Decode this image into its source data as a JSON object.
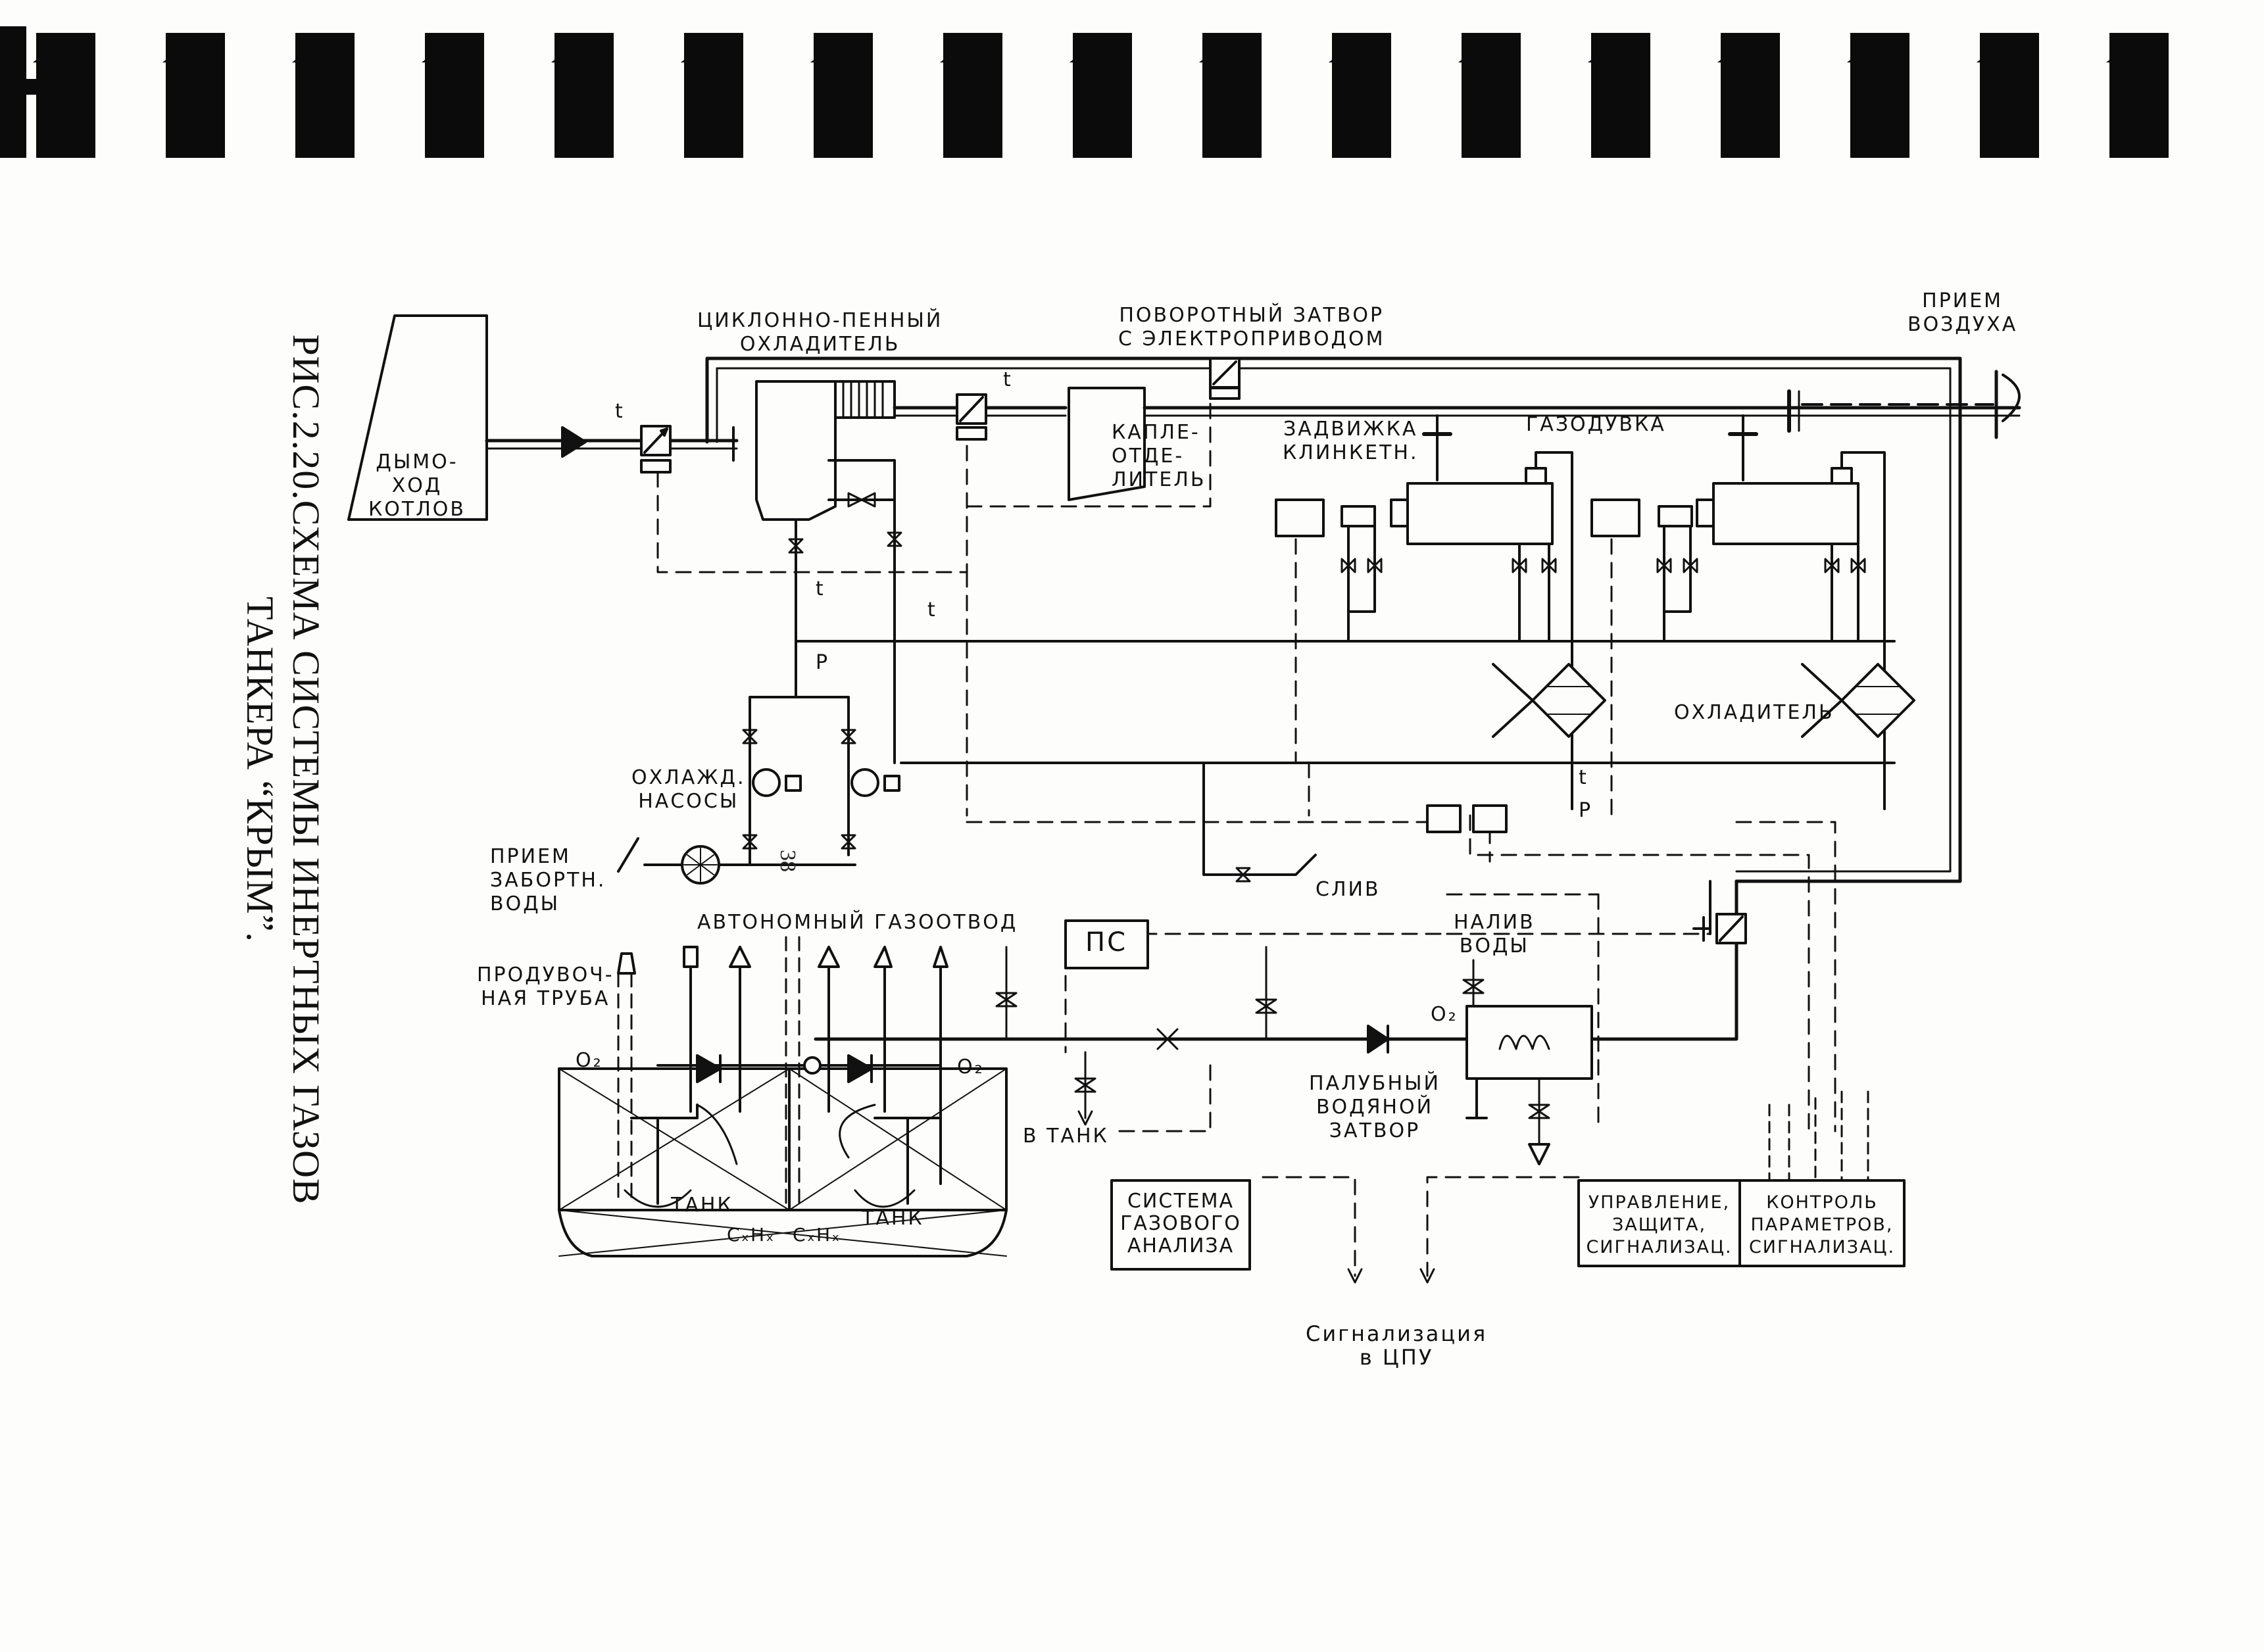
{
  "title": {
    "line1": "РИС.2.20.СХЕМА СИСТЕМЫ ИНЕРТНЫХ ГАЗОВ",
    "line2": "ТАНКЕРА “КРЫМ”."
  },
  "page_number": "38",
  "labels": {
    "dymohod": "ДЫМО-\nХОД\nКОТЛОВ",
    "cyclone": "ЦИКЛОННО-ПЕННЫЙ\nОХЛАДИТЕЛЬ",
    "rotary_gate": "ПОВОРОТНЫЙ ЗАТВОР\nС ЭЛЕКТРОПРИВОДОМ",
    "air_intake": "ПРИЕМ\nВОЗДУХА",
    "droplet_sep": "КАПЛЕ-\nОТДЕ-\nЛИТЕЛЬ",
    "gate_valve": "ЗАДВИЖКА\nКЛИНКЕТН.",
    "blower": "ГАЗОДУВКА",
    "cooler": "ОХЛАДИТЕЛЬ",
    "cool_pumps": "ОХЛАЖД.\nНАСОСЫ",
    "sea_water": "ПРИЕМ\nЗАБОРТН.\nВОДЫ",
    "drain": "СЛИВ",
    "autonomous_vent": "АВТОНОМНЫЙ ГАЗООТВОД",
    "ps": "ПС",
    "fill_water": "НАЛИВ\nВОДЫ",
    "purge_pipe": "ПРОДУВОЧ-\nНАЯ ТРУБА",
    "tank_left": "ТАНК",
    "tank_right": "ТАНК",
    "to_tank": "В ТАНК",
    "deck_seal": "ПАЛУБНЫЙ\nВОДЯНОЙ\nЗАТВОР",
    "o2_left": "O₂",
    "o2_mid": "O₂",
    "o2_line": "O₂",
    "cxhx_left": "CₓHₓ",
    "cxhx_right": "CₓHₓ",
    "t1": "t",
    "t2": "t",
    "t3": "t",
    "t4": "t",
    "t5": "t",
    "p1": "P",
    "p2": "P",
    "gas_analysis": "СИСТЕМА\nГАЗОВОГО\nАНАЛИЗА",
    "control": "УПРАВЛЕНИЕ,\nЗАЩИТА,\nСИГНАЛИЗАЦ.",
    "monitoring": "КОНТРОЛЬ\nПАРАМЕТРОВ,\nСИГНАЛИЗАЦ.",
    "alarm_cpu": "Сигнализация\nв ЦПУ"
  },
  "colors": {
    "ink": "#111111",
    "paper": "#fdfdfb"
  }
}
